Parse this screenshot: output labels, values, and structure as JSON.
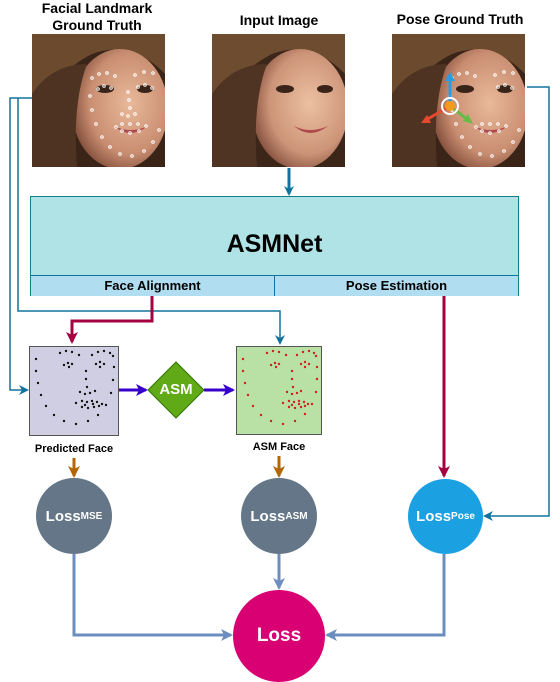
{
  "images": {
    "landmark_gt": {
      "title_line1": "Facial Landmark",
      "title_line2": "Ground Truth"
    },
    "input": {
      "title": "Input Image"
    },
    "pose_gt": {
      "title": "Pose Ground Truth"
    }
  },
  "asmnet": {
    "title": "ASMNet",
    "branch_left": "Face Alignment",
    "branch_right": "Pose Estimation"
  },
  "predicted_face": {
    "label": "Predicted Face"
  },
  "asm_block": {
    "label": "ASM"
  },
  "asm_face": {
    "label": "ASM Face"
  },
  "losses": {
    "mse": {
      "base": "Loss",
      "sub": "MSE"
    },
    "asm": {
      "base": "Loss",
      "sub": "ASM"
    },
    "pose": {
      "base": "Loss",
      "sub": "Pose"
    },
    "total": {
      "label": "Loss"
    }
  },
  "colors": {
    "teal_arrow": "#10739e",
    "crimson_arrow": "#a50040",
    "orange_arrow": "#b46504",
    "indigo_arrow": "#3700cc",
    "steel_arrow": "#6c8ebf",
    "asmnet_fill": "#b0e3e6",
    "branch_fill": "#b1ddf0",
    "predicted_fill": "#d0cee2",
    "asm_face_fill": "#b9e0a5",
    "asm_diamond": "#60a917",
    "loss_gray": "#647687",
    "loss_pose": "#1ba1e2",
    "loss_total": "#d80073"
  }
}
